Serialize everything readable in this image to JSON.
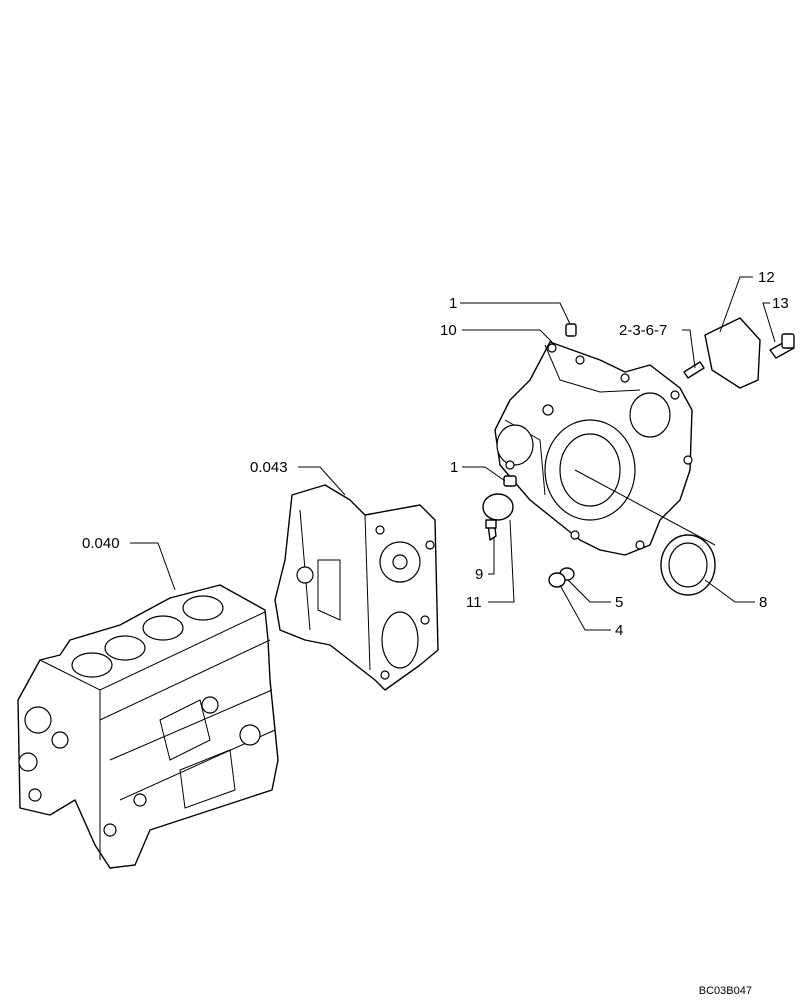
{
  "callouts": {
    "c_0040": "0.040",
    "c_0043": "0.043",
    "c_1a": "1",
    "c_10": "10",
    "c_2367": "2-3-6-7",
    "c_12": "12",
    "c_13": "13",
    "c_1b": "1",
    "c_9": "9",
    "c_11": "11",
    "c_5": "5",
    "c_4": "4",
    "c_8": "8"
  },
  "drawing_code": "BC03B047"
}
